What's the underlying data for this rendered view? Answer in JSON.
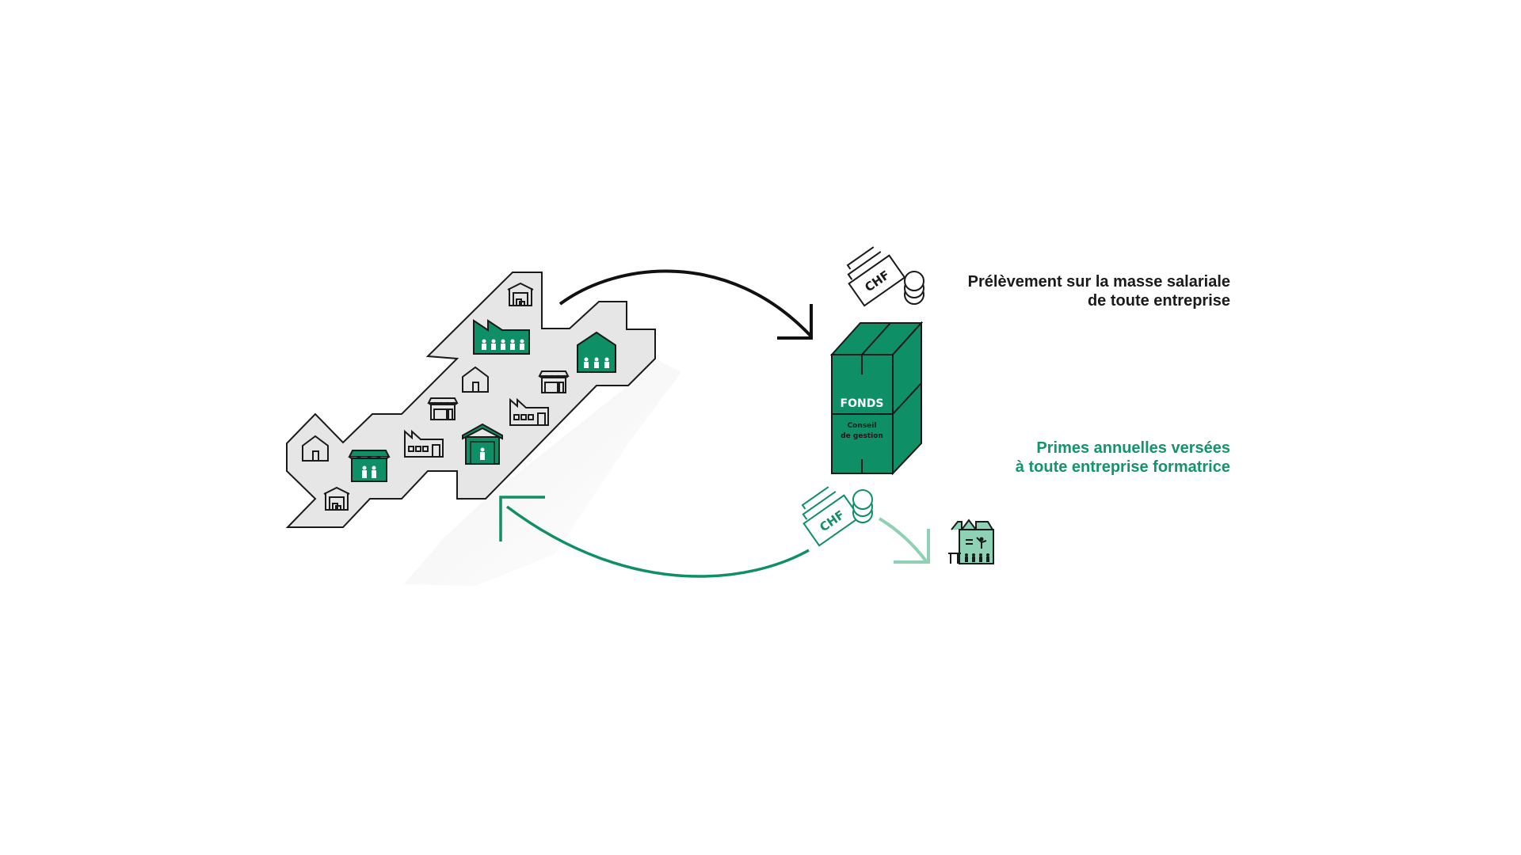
{
  "diagram": {
    "title_top": {
      "line1": "Prélèvement sur la masse salariale",
      "line2": "de toute entreprise"
    },
    "title_bottom": {
      "line1": "Primes annuelles versées",
      "line2": "à toute entreprise formatrice"
    },
    "fund_box": {
      "label": "FONDS",
      "sublabel_line1": "Conseil",
      "sublabel_line2": "de gestion"
    },
    "currency_top": "CHF",
    "currency_bottom": "CHF",
    "colors": {
      "green": "#0e8f65",
      "light_green": "#8fd1b5",
      "map_fill": "#e6e6e6",
      "stroke": "#1a1a1a",
      "bottom_text": "#13956a"
    },
    "map_icons": [
      {
        "type": "warehouse",
        "style": "outline"
      },
      {
        "type": "factory-with-workers",
        "style": "filled",
        "workers": 5
      },
      {
        "type": "house-with-workers",
        "style": "filled",
        "workers": 3
      },
      {
        "type": "house",
        "style": "outline"
      },
      {
        "type": "shop",
        "style": "outline"
      },
      {
        "type": "shop",
        "style": "outline"
      },
      {
        "type": "factory",
        "style": "outline"
      },
      {
        "type": "factory",
        "style": "outline"
      },
      {
        "type": "garage-with-worker",
        "style": "filled",
        "workers": 1
      },
      {
        "type": "house",
        "style": "outline"
      },
      {
        "type": "shop-with-workers",
        "style": "filled",
        "workers": 2
      },
      {
        "type": "warehouse",
        "style": "outline"
      }
    ]
  }
}
